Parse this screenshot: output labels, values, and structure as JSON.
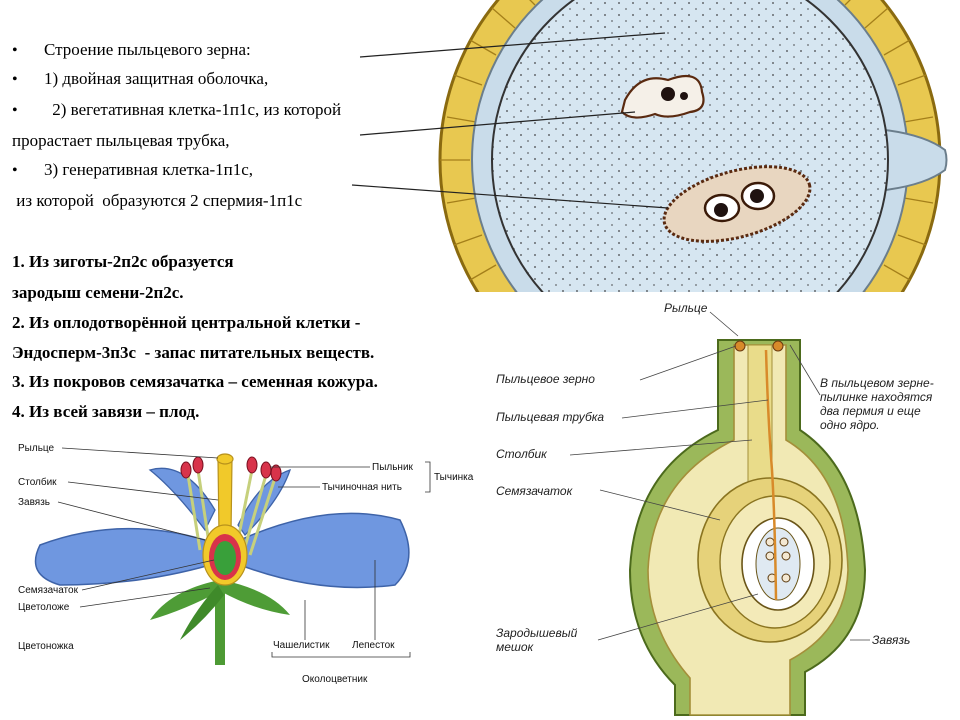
{
  "text_block": {
    "lines": [
      "Строение пыльцевого зерна:",
      "1) двойная защитная оболочка,",
      " 2) вегетативная клетка-1п1с, из которой",
      "прорастает пыльцевая трубка,",
      "3) генеративная клетка-1п1с,",
      " из которой  образуются 2 спермия-1п1с"
    ],
    "bullet": "•"
  },
  "bold_block": {
    "lines": [
      "1. Из зиготы-2п2с образуется",
      "зародыш семени-2п2с.",
      "2. Из оплодотворённой центральной клетки -",
      "Эндосперм-3п3с  - запас питательных веществ.",
      "3. Из покровов семязачатка – семенная кожура.",
      "4. Из всей завязи – плод."
    ]
  },
  "flower_diagram": {
    "labels": {
      "stigma": "Рыльце",
      "style": "Столбик",
      "ovary": "Завязь",
      "ovule": "Семязачаток",
      "receptacle": "Цветоложе",
      "pedicel": "Цветоножка",
      "anther": "Пыльник",
      "filament": "Тычиночная нить",
      "stamen": "Тычинка",
      "sepal": "Чашелистик",
      "petal": "Лепесток",
      "perianth": "Околоцветник"
    }
  },
  "pistil_diagram": {
    "labels": {
      "stigma": "Рыльце",
      "pollen_grain": "Пыльцевое зерно",
      "pollen_tube": "Пыльцевая трубка",
      "style": "Столбик",
      "ovule": "Семязачаток",
      "embryo_sac": "Зародышевый мешок",
      "ovary": "Завязь",
      "note": "В пыльцевом зерне-пылинке находятся два пермия и еще одно ядро."
    }
  },
  "colors": {
    "exine": "#e8c850",
    "pollen_inner": "#cfe1ee",
    "petal": "#6f97e0",
    "pistil_green": "#9bb85a",
    "pistil_cream": "#f1e9b4"
  }
}
